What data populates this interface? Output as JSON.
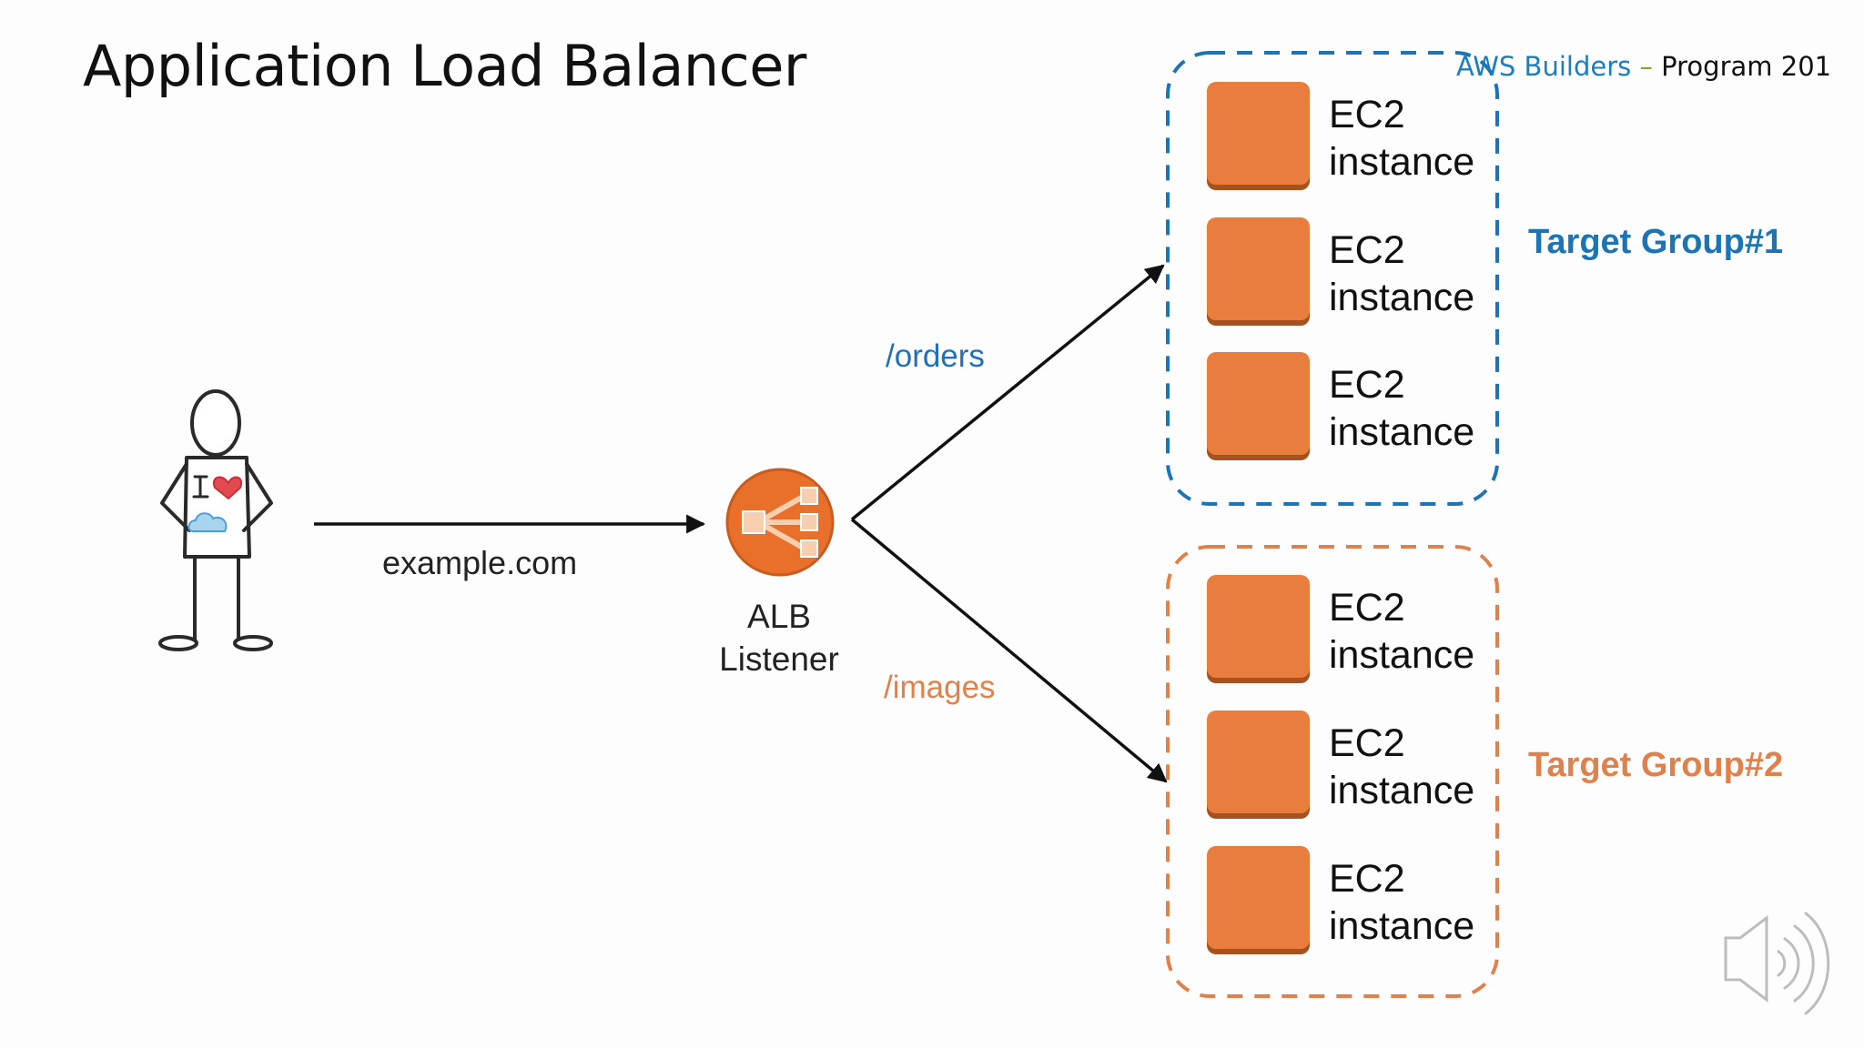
{
  "slide": {
    "title": "Application Load Balancer",
    "brand": {
      "prefix": "AWS Builders",
      "dash": "–",
      "suffix": "Program 201"
    }
  },
  "diagram": {
    "domain": "example.com",
    "listener": {
      "line1": "ALB",
      "line2": "Listener"
    },
    "routes": {
      "orders": "/orders",
      "images": "/images"
    },
    "groups": [
      {
        "name": "Target Group#1",
        "color": "#1a74b5",
        "instances": [
          {
            "line1": "EC2",
            "line2": "instance"
          },
          {
            "line1": "EC2",
            "line2": "instance"
          },
          {
            "line1": "EC2",
            "line2": "instance"
          }
        ]
      },
      {
        "name": "Target Group#2",
        "color": "#e0804a",
        "instances": [
          {
            "line1": "EC2",
            "line2": "instance"
          },
          {
            "line1": "EC2",
            "line2": "instance"
          },
          {
            "line1": "EC2",
            "line2": "instance"
          }
        ]
      }
    ]
  },
  "colors": {
    "orders_route": "#1f70b8",
    "images_route": "#e0804a",
    "ec2_orange": "#e87d3d",
    "alb_orange": "#e8702a"
  },
  "icons": [
    "user-figure-icon",
    "alb-icon",
    "speaker-icon"
  ]
}
